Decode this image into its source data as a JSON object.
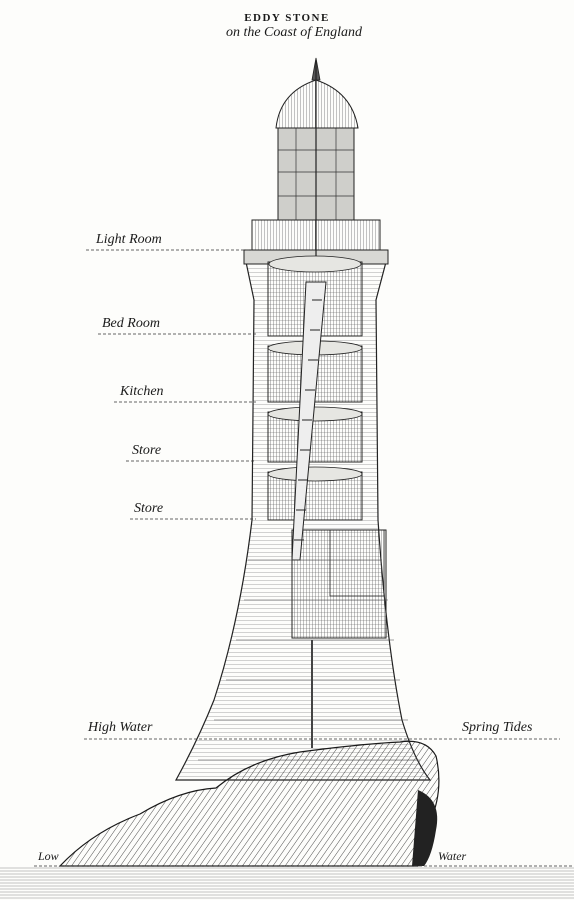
{
  "title": {
    "main": "EDDY STONE",
    "sub": "on the Coast of England"
  },
  "labels": {
    "light_room": "Light Room",
    "bed_room": "Bed Room",
    "kitchen": "Kitchen",
    "store_upper": "Store",
    "store_lower": "Store",
    "high_water": "High Water",
    "spring_tides": "Spring Tides",
    "low": "Low",
    "water": "Water"
  }
}
